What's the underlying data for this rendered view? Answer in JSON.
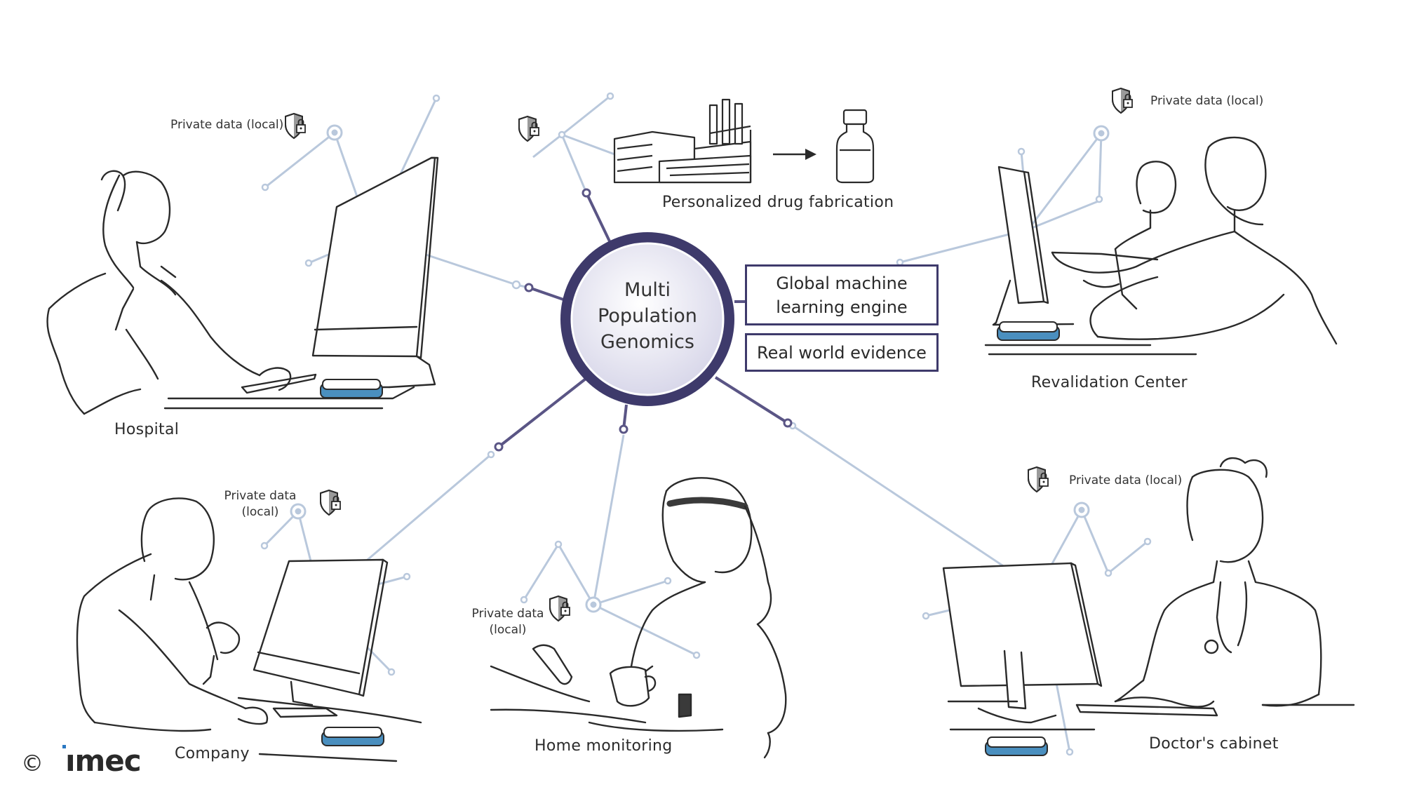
{
  "hub": {
    "lines": [
      "Multi",
      "Population",
      "Genomics"
    ]
  },
  "boxes": {
    "global_ml": "Global machine learning engine",
    "rwe": "Real world evidence"
  },
  "drug": {
    "label": "Personalized drug fabrication"
  },
  "sites": {
    "hospital": {
      "label": "Hospital",
      "private": "Private data (local)"
    },
    "revalidation": {
      "label": "Revalidation Center",
      "private": "Private data (local)"
    },
    "company": {
      "label": "Company",
      "private": "Private data (local)"
    },
    "home": {
      "label": "Home monitoring",
      "private": "Private data (local)"
    },
    "doctor": {
      "label": "Doctor's cabinet",
      "private": "Private data (local)"
    }
  },
  "brand": {
    "copyright": "©",
    "name": "ımec"
  },
  "colors": {
    "hub_ring": "#3e3a6b",
    "hub_fill": "#e7e6f2",
    "network_line": "#b9c8dc",
    "spoke": "#5a5585",
    "device": "#4a8fbf",
    "ink": "#2a2a2a"
  },
  "icons": [
    "shield-lock-icon",
    "factory-icon",
    "arrow-right-icon",
    "vial-icon",
    "server-node-icon"
  ]
}
